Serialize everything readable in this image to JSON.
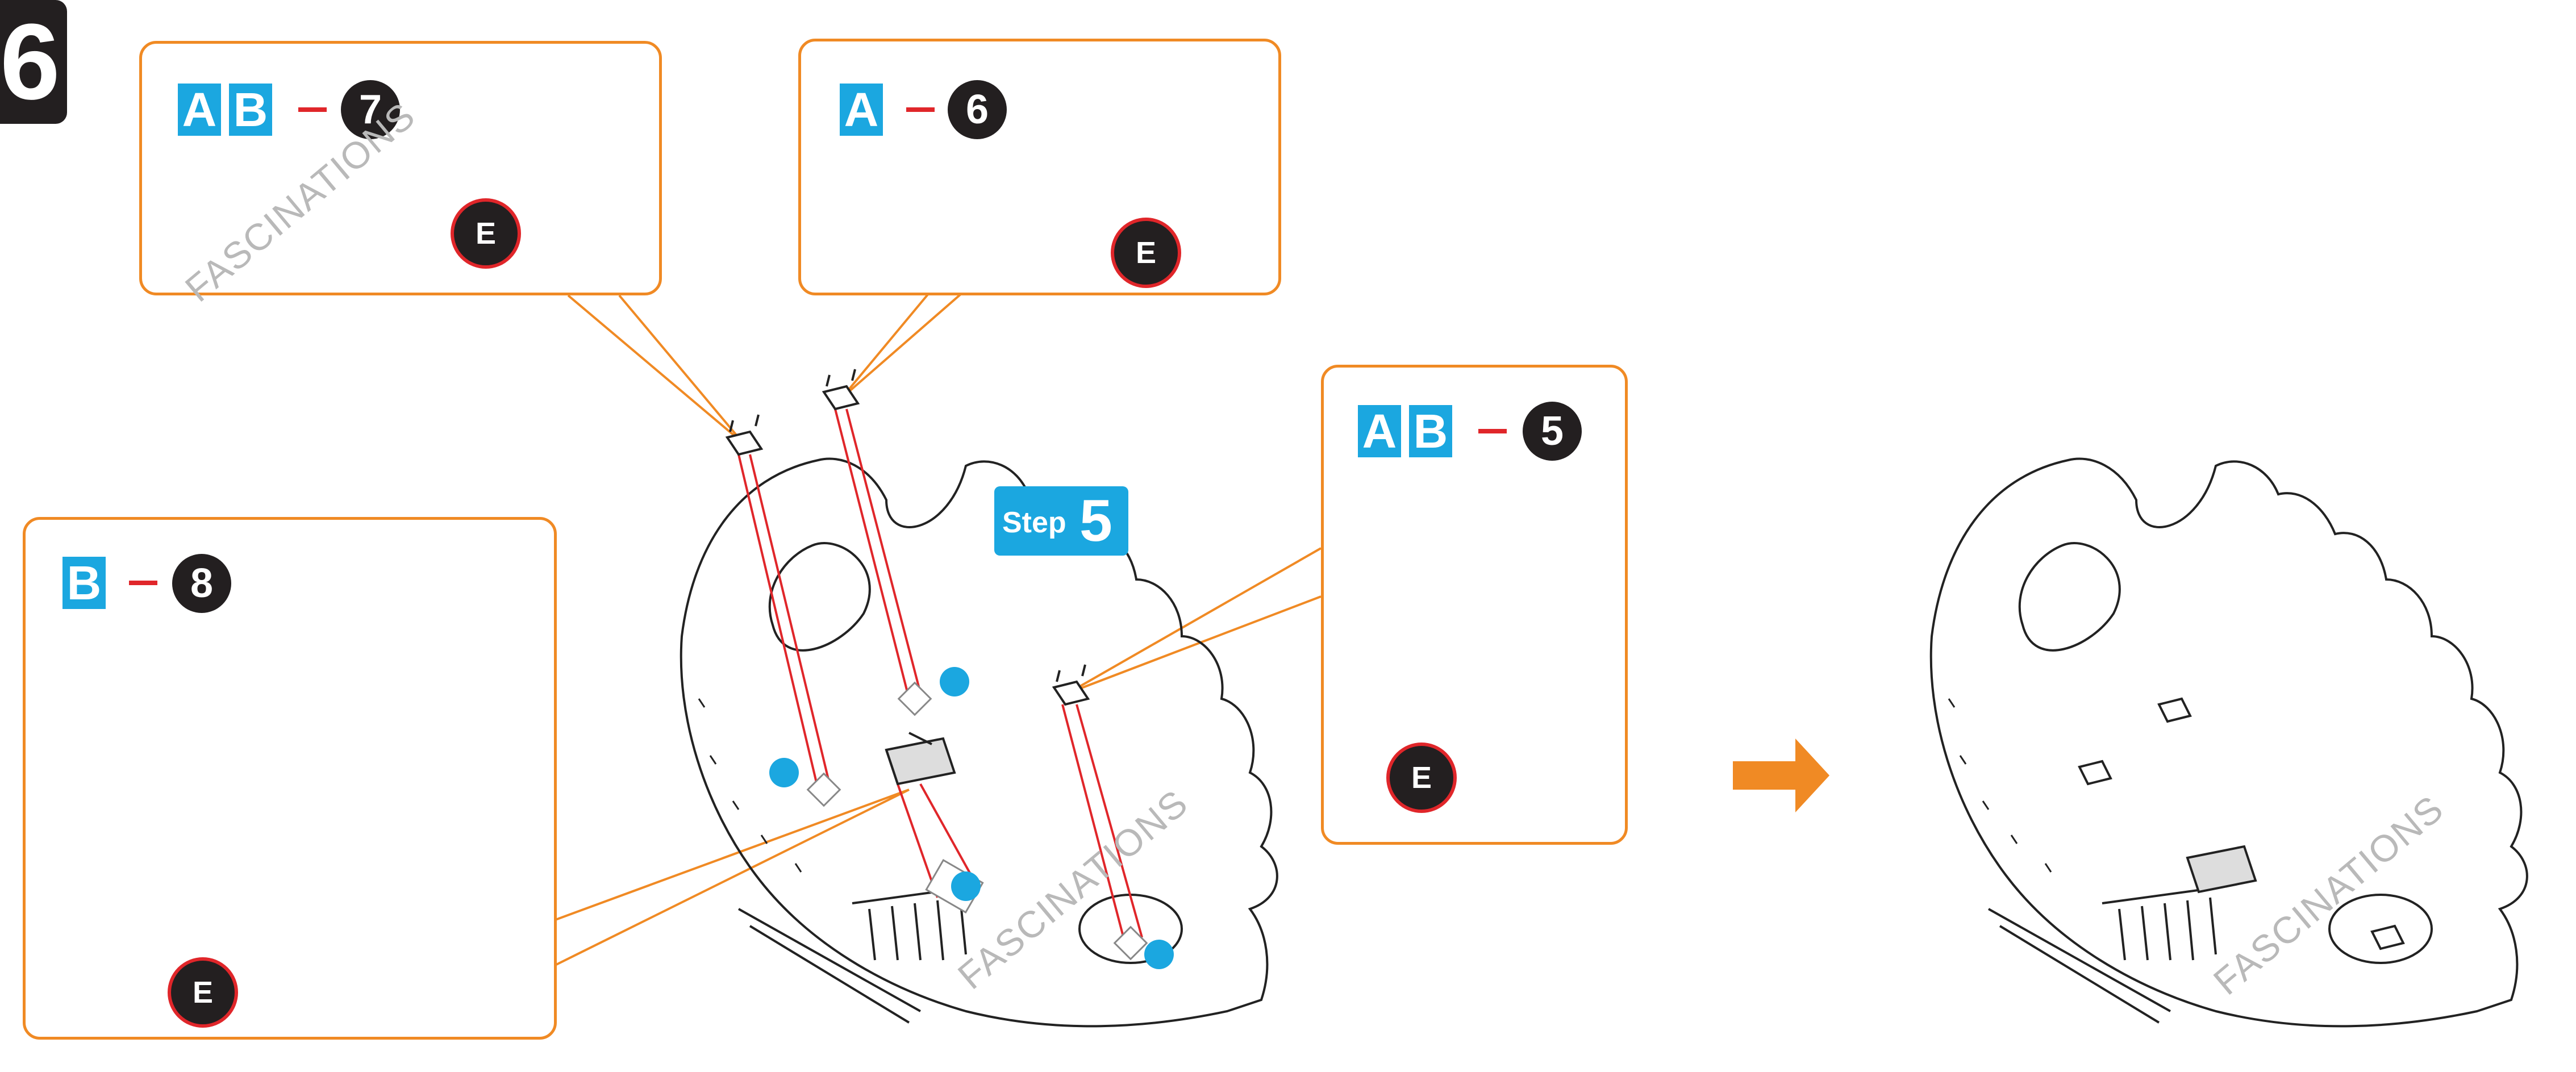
{
  "step": {
    "number": "6"
  },
  "watermark": "FASCINATIONS",
  "callout_orange": {
    "tags": [
      "A",
      "B"
    ],
    "count": "7",
    "ref": "E"
  },
  "callout_purple": {
    "tags": [
      "A"
    ],
    "count": "6",
    "ref": "E"
  },
  "callout_blue": {
    "tags": [
      "A",
      "B"
    ],
    "count": "5",
    "ref": "E"
  },
  "callout_green": {
    "tags": [
      "B"
    ],
    "count": "8",
    "ref": "E"
  },
  "step_badge": {
    "word": "Step",
    "number": "5"
  },
  "colors": {
    "accent_orange": "#f08a24",
    "tag_blue": "#1ba7e0",
    "dot_blue": "#1ba7e0",
    "dash_red": "#e0262a",
    "part_orange": "#f7a21b",
    "part_purple": "#a14f9c",
    "part_blue": "#3f5ca8",
    "part_green": "#55b044",
    "guide_red": "#e0262a"
  }
}
